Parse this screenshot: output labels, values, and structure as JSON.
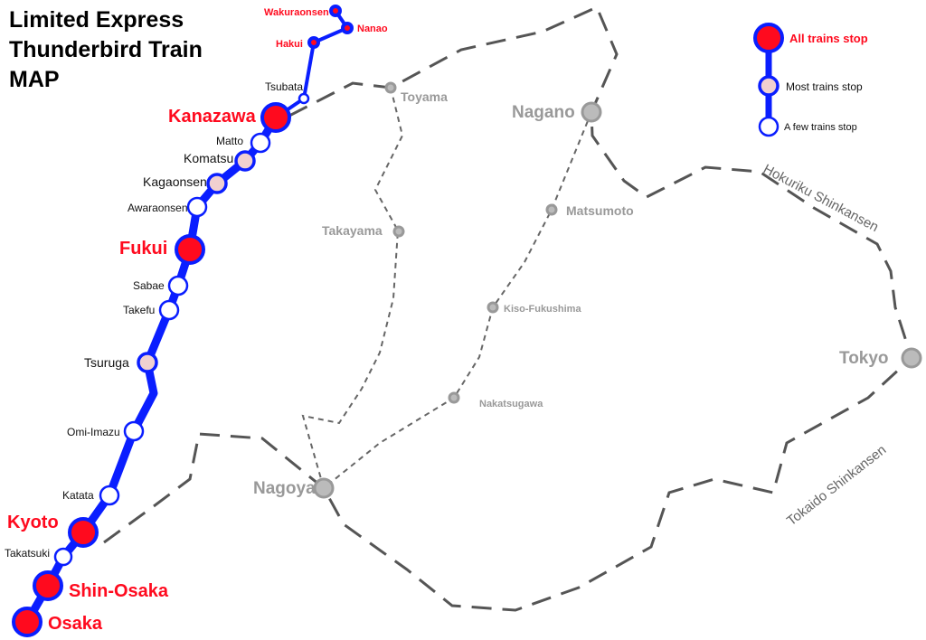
{
  "title": [
    "Limited Express",
    "Thunderbird Train",
    "MAP"
  ],
  "legend": {
    "all": "All trains stop",
    "most": "Most trains stop",
    "few": "A few trains stop"
  },
  "stations": {
    "wakuraonsen": "Wakuraonsen",
    "nanao": "Nanao",
    "hakui": "Hakui",
    "tsubata": "Tsubata",
    "kanazawa": "Kanazawa",
    "matto": "Matto",
    "komatsu": "Komatsu",
    "kagaonsen": "Kagaonsen",
    "awaraonsen": "Awaraonsen",
    "fukui": "Fukui",
    "sabae": "Sabae",
    "takefu": "Takefu",
    "tsuruga": "Tsuruga",
    "omiimazu": "Omi-Imazu",
    "katata": "Katata",
    "kyoto": "Kyoto",
    "takatsuki": "Takatsuki",
    "shinosaka": "Shin-Osaka",
    "osaka": "Osaka"
  },
  "other_stations": {
    "toyama": "Toyama",
    "nagano": "Nagano",
    "matsumoto": "Matsumoto",
    "takayama": "Takayama",
    "kisofukushima": "Kiso-Fukushima",
    "nakatsugawa": "Nakatsugawa",
    "nagoya": "Nagoya",
    "tokyo": "Tokyo"
  },
  "lines": {
    "hokuriku": "Hokuriku Shinkansen",
    "tokaido": "Tokaido Shinkansen"
  },
  "colors": {
    "route": "#0a1eff",
    "all_stop": "#ff0a1e",
    "most_stop": "#f0d0d0",
    "other": "#999999"
  }
}
